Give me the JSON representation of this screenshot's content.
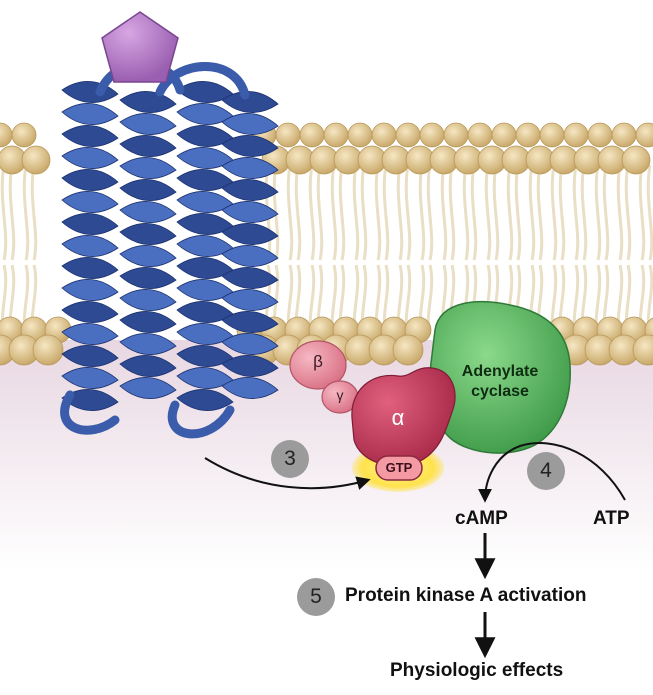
{
  "diagram": {
    "ligand": {
      "name": "ligand-pentagon"
    },
    "receptor": {
      "name": "gpcr-receptor-helices"
    },
    "subunits": {
      "beta": "β",
      "gamma": "γ",
      "alpha": "α",
      "gtp": "GTP"
    },
    "enzyme": {
      "line1": "Adenylate",
      "line2": "cyclase"
    },
    "steps": {
      "three": "3",
      "four": "4",
      "five": "5"
    },
    "molecules": {
      "camp": "cAMP",
      "atp": "ATP"
    },
    "outcomes": {
      "pka": "Protein kinase A activation",
      "effects": "Physiologic effects"
    },
    "colors": {
      "helix": "#4a6fc0",
      "helix_dark": "#2d4a93",
      "lipid_head": "#e6cf9a",
      "cytoplasm": "#efe3ea",
      "alpha": "#c23a5a",
      "beta_gamma": "#e98fa0",
      "adenylate": "#5cb85c",
      "ligand": "#b77ac8",
      "gtp_glow": "#ffe24a"
    }
  }
}
